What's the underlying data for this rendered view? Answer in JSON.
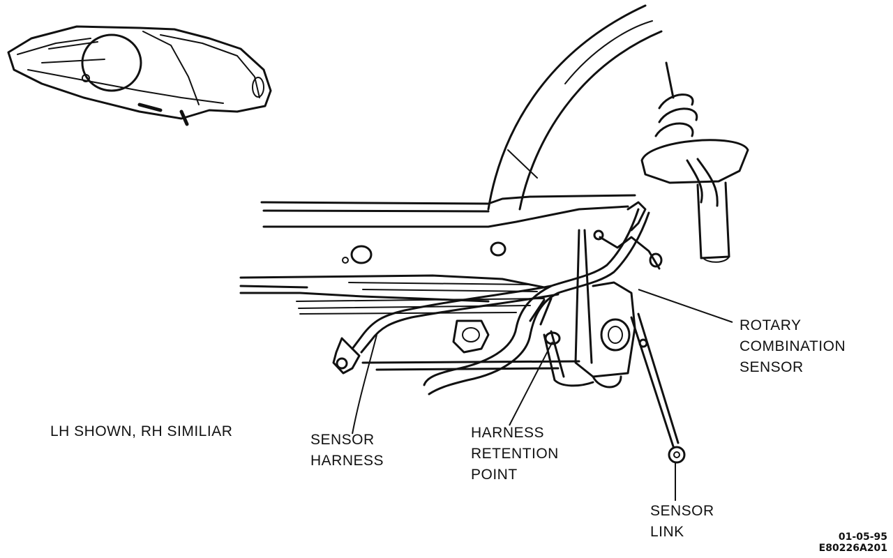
{
  "labels": {
    "lh_shown": "LH SHOWN, RH SIMILIAR",
    "rotary_sensor": [
      "ROTARY",
      "COMBINATION",
      "SENSOR"
    ],
    "sensor_harness": [
      "SENSOR",
      "HARNESS"
    ],
    "harness_retention": [
      "HARNESS",
      "RETENTION",
      "POINT"
    ],
    "sensor_link": [
      "SENSOR",
      "LINK"
    ]
  },
  "figure_code": {
    "date": "01-05-95",
    "id": "E80226A201"
  },
  "icons": {
    "vehicle": "vehicle-locator-icon"
  }
}
